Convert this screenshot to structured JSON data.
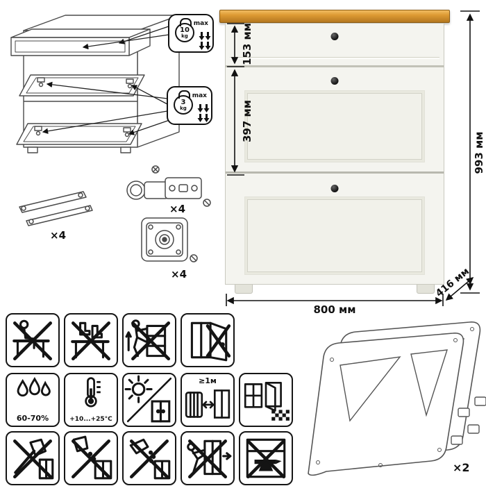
{
  "product": {
    "dims": {
      "drawer_height": "153 мм",
      "flap_height": "397 мм",
      "total_height": "993 мм",
      "width": "800 мм",
      "depth": "416 мм"
    }
  },
  "load_limits": {
    "drawer": {
      "value": "10",
      "unit": "kg",
      "max_label": "max"
    },
    "flap": {
      "value": "3",
      "unit": "kg",
      "max_label": "max"
    }
  },
  "parts": [
    {
      "name": "lid-stay",
      "qty": "×4"
    },
    {
      "name": "cup-hinge",
      "qty": "×4"
    },
    {
      "name": "mounting-plate",
      "qty": "×4"
    },
    {
      "name": "flap-side-frame",
      "qty": "×2"
    }
  ],
  "pictograms": {
    "humidity_value": "60-70%",
    "temperature_value": "+10...+25°C",
    "distance_value": "≥1м",
    "row1": [
      "no-sitting",
      "no-standing",
      "no-climbing",
      "no-hanging-on-door"
    ],
    "row2": [
      "humidity-60-70",
      "temperature-range",
      "avoid-direct-sunlight",
      "keep-1m-from-heater",
      "ventilated-room"
    ],
    "row3": [
      "no-impact-tools",
      "no-liquids",
      "no-abrasives",
      "no-pushing-loaded",
      "no-heavy-items"
    ]
  }
}
